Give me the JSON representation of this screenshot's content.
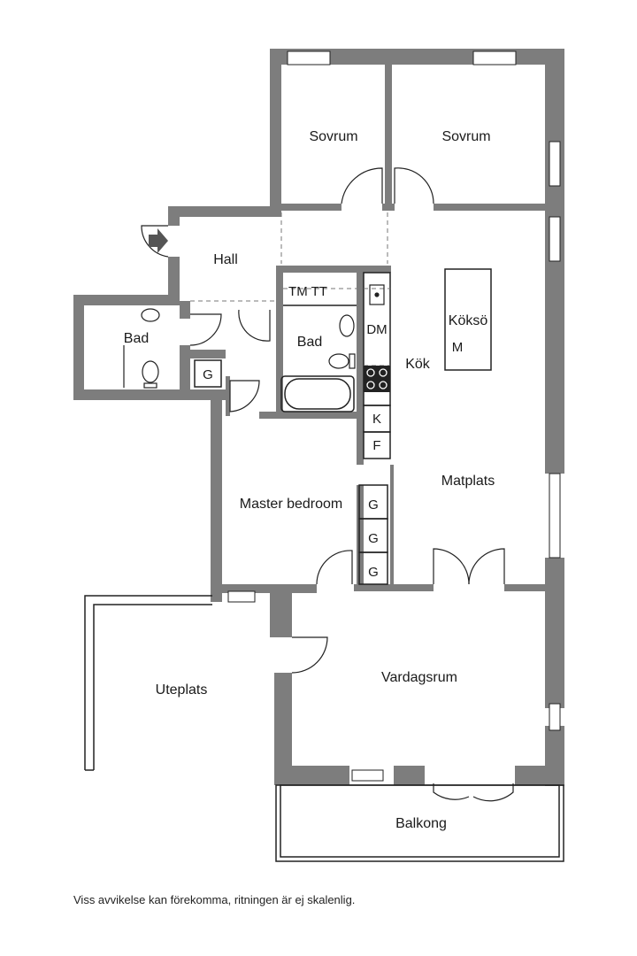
{
  "rooms": {
    "sovrum_left": "Sovrum",
    "sovrum_right": "Sovrum",
    "hall": "Hall",
    "bad_small": "Bad",
    "bad_main": "Bad",
    "kok": "Kök",
    "koksö": "Köksö",
    "matplats": "Matplats",
    "master_bedroom": "Master bedroom",
    "uteplats": "Uteplats",
    "vardagsrum": "Vardagsrum",
    "balkong": "Balkong"
  },
  "fixtures": {
    "tm_tt": "TM TT",
    "dm": "DM",
    "m": "M",
    "k": "K",
    "f": "F",
    "g_hall": "G",
    "g_wardrobe_1": "G",
    "g_wardrobe_2": "G",
    "g_wardrobe_3": "G"
  },
  "disclaimer": "Viss avvikelse kan förekomma, ritningen är ej skalenlig.",
  "colors": {
    "wall": "#7d7d7d",
    "line": "#222222",
    "background": "#ffffff"
  }
}
